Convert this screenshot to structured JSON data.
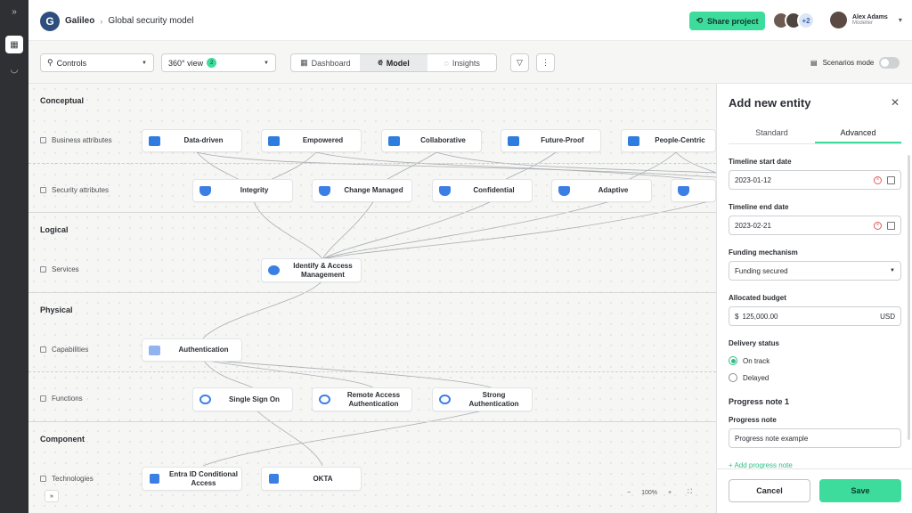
{
  "header": {
    "logo_letter": "G",
    "project": "Galileo",
    "separator": "›",
    "model_name": "Global security model",
    "share_label": "Share project",
    "extra_collaborators": "+2",
    "user_name": "Alex Adams",
    "user_role": "Modeller"
  },
  "rail": {
    "collapse_glyph": "»",
    "items": [
      {
        "icon": "model-icon",
        "active": true
      },
      {
        "icon": "headset-icon",
        "active": false
      }
    ]
  },
  "toolbar": {
    "controls_label": "Controls",
    "view_label": "360° view",
    "view_count": "2",
    "tabs": [
      {
        "label": "Dashboard",
        "active": false
      },
      {
        "label": "Model",
        "active": true
      },
      {
        "label": "Insights",
        "active": false
      }
    ],
    "scenarios_label": "Scenarios mode",
    "scenarios_on": false
  },
  "canvas": {
    "sections": [
      "Conceptual",
      "Logical",
      "Physical",
      "Component"
    ],
    "rows": [
      "Business attributes",
      "Security attributes",
      "Services",
      "Capabilities",
      "Functions",
      "Technologies"
    ],
    "nodes": {
      "business": [
        "Data-driven",
        "Empowered",
        "Collaborative",
        "Future-Proof",
        "People-Centric"
      ],
      "security": [
        "Integrity",
        "Change Managed",
        "Confidential",
        "Adaptive"
      ],
      "services": [
        "Identify & Access Management"
      ],
      "capabilities": [
        "Authentication"
      ],
      "functions": [
        "Single Sign On",
        "Remote Access Authentication",
        "Strong Authentication"
      ],
      "technologies": [
        "Entra ID Conditional Access",
        "OKTA"
      ]
    },
    "zoom_level": "100%",
    "expand_glyph": "»"
  },
  "panel": {
    "title": "Add new entity",
    "tabs": [
      {
        "label": "Standard",
        "active": false
      },
      {
        "label": "Advanced",
        "active": true
      }
    ],
    "timeline_start_label": "Timeline start date",
    "timeline_start_value": "2023-01-12",
    "timeline_end_label": "Timeline end date",
    "timeline_end_value": "2023-02-21",
    "funding_label": "Funding mechanism",
    "funding_value": "Funding secured",
    "budget_label": "Allocated budget",
    "budget_currency_symbol": "$",
    "budget_value": "125,000.00",
    "budget_currency": "USD",
    "delivery_label": "Delivery status",
    "delivery_options": [
      {
        "label": "On track",
        "selected": true
      },
      {
        "label": "Delayed",
        "selected": false
      }
    ],
    "progress_heading": "Progress note 1",
    "progress_label": "Progress note",
    "progress_value": "Progress note example",
    "add_progress_label": "+ Add progress note",
    "cancel_label": "Cancel",
    "save_label": "Save"
  },
  "colors": {
    "accent": "#3ddc9c",
    "brand": "#2e4f7d",
    "business_icon": "#2f7ce0",
    "security_icon": "#3b7fe4",
    "service_icon": "#3b7fe4"
  }
}
